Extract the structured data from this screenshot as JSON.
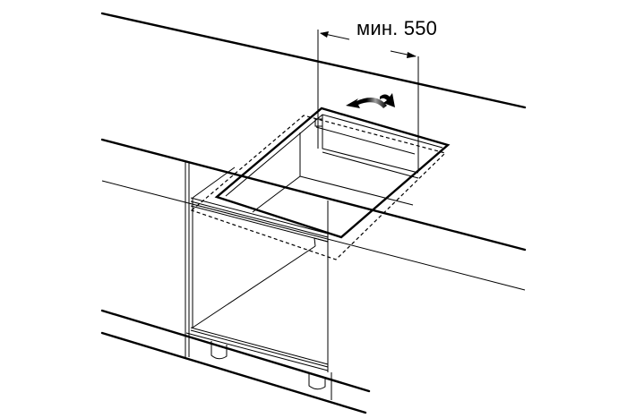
{
  "diagram": {
    "title": "Built-in hob installation above cabinet",
    "dimension": {
      "label": "мин. 550",
      "prefix": "мин.",
      "value": "550"
    },
    "elements": [
      "countertop-back-edge",
      "countertop-front-edge",
      "countertop-underside-line",
      "hob-cutout",
      "cutout-dashed-outline",
      "cabinet-frame",
      "cabinet-crossrail",
      "plinth-lines",
      "cabinet-feet",
      "ventilation-arrow"
    ],
    "colors": {
      "line": "#000000",
      "background": "#ffffff",
      "arrow_highlight": "#9a9a9a"
    }
  }
}
